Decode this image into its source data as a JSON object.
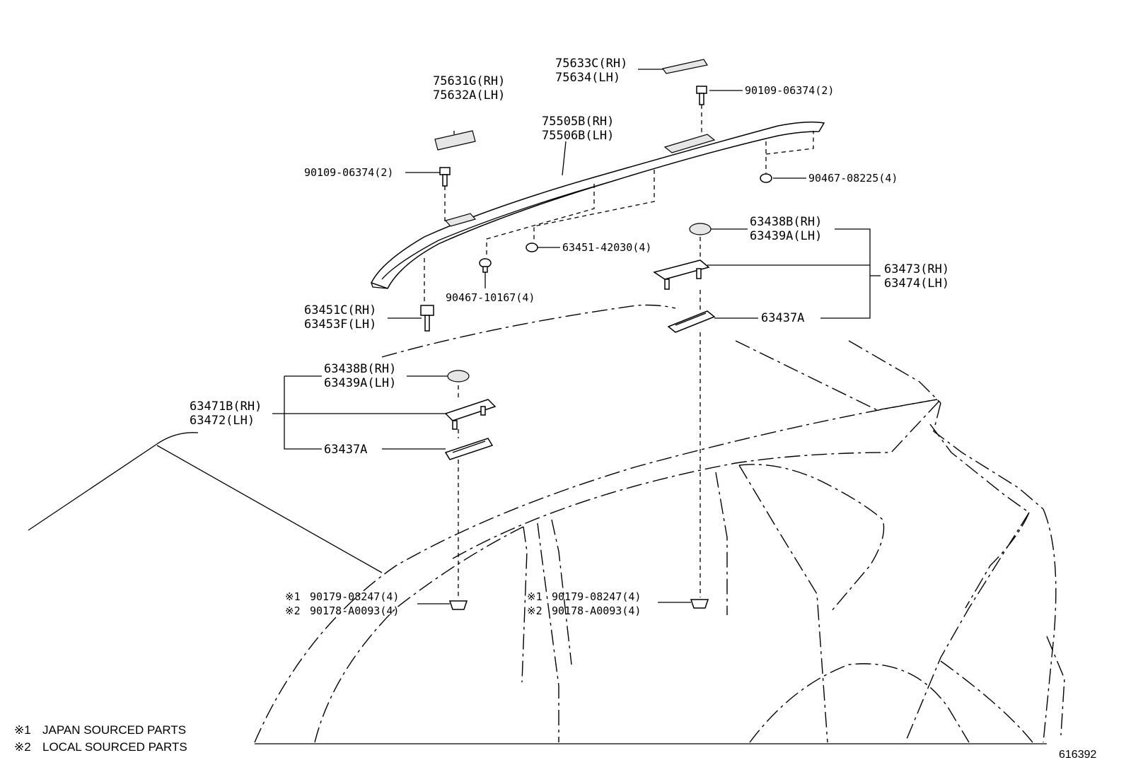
{
  "diagram": {
    "figure_number": "616392",
    "labels": {
      "garnish_front_rh": "75631G(RH)",
      "garnish_front_lh": "75632A(LH)",
      "garnish_rear_rh": "75633C(RH)",
      "garnish_rear_lh": "75634(LH)",
      "rail_rh": "75505B(RH)",
      "rail_lh": "75506B(LH)",
      "screw_rear": "90109-06374(2)",
      "screw_front": "90109-06374(2)",
      "nut_rear": "90467-08225(4)",
      "nut_mid": "63451-42030(4)",
      "clip_mid": "90467-10167(4)",
      "clip_front_rh": "63451C(RH)",
      "clip_front_lh": "63453F(LH)",
      "cap_rear_rh": "63438B(RH)",
      "cap_rear_lh": "63439A(LH)",
      "leg_rear_rh": "63473(RH)",
      "leg_rear_lh": "63474(LH)",
      "pad_rear": "63437A",
      "cap_front_rh": "63438B(RH)",
      "cap_front_lh": "63439A(LH)",
      "leg_front_rh": "63471B(RH)",
      "leg_front_lh": "63472(LH)",
      "pad_front": "63437A",
      "nut_front_jp": "90179-08247(4)",
      "nut_front_local": "90178-A0093(4)",
      "nut_rear_jp": "90179-08247(4)",
      "nut_rear_local": "90178-A0093(4)",
      "mark1": "※1",
      "mark2": "※2"
    },
    "notes": [
      {
        "mark": "※1",
        "text": "JAPAN SOURCED PARTS"
      },
      {
        "mark": "※2",
        "text": "LOCAL SOURCED PARTS"
      }
    ]
  }
}
